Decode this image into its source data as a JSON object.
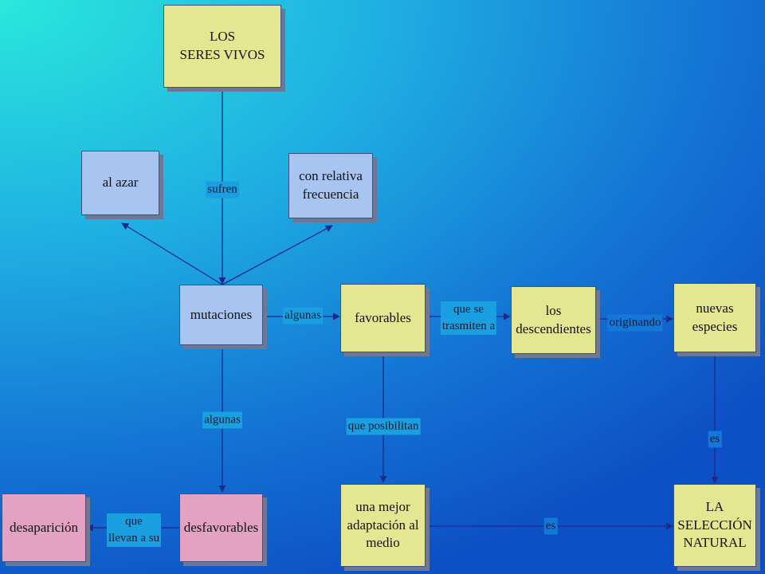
{
  "nodes": {
    "seres_vivos": "LOS\nSERES VIVOS",
    "al_azar": "al azar",
    "frecuencia": "con relativa\nfrecuencia",
    "mutaciones": "mutaciones",
    "favorables": "favorables",
    "descendientes": "los\ndescendientes",
    "nuevas_especies": "nuevas\nespecies",
    "desaparicion": "desaparición",
    "desfavorables": "desfavorables",
    "adaptacion": "una mejor\nadaptación al\nmedio",
    "seleccion": "LA\nSELECCIÓN\nNATURAL"
  },
  "labels": {
    "sufren": "sufren",
    "algunas_right": "algunas",
    "algunas_down": "algunas",
    "que_se_trasmiten": "que se\ntrasmiten a",
    "originando": "originando",
    "que_posibilitan": "que posibilitan",
    "es_vertical": "es",
    "es_horizontal": "es",
    "que_llevan": "que\nllevan a su"
  },
  "colors": {
    "yellow_node": "#e5e692",
    "blue_node": "#a8c4f0",
    "pink_node": "#e4a2c2",
    "connector": "#1c2a8a"
  }
}
